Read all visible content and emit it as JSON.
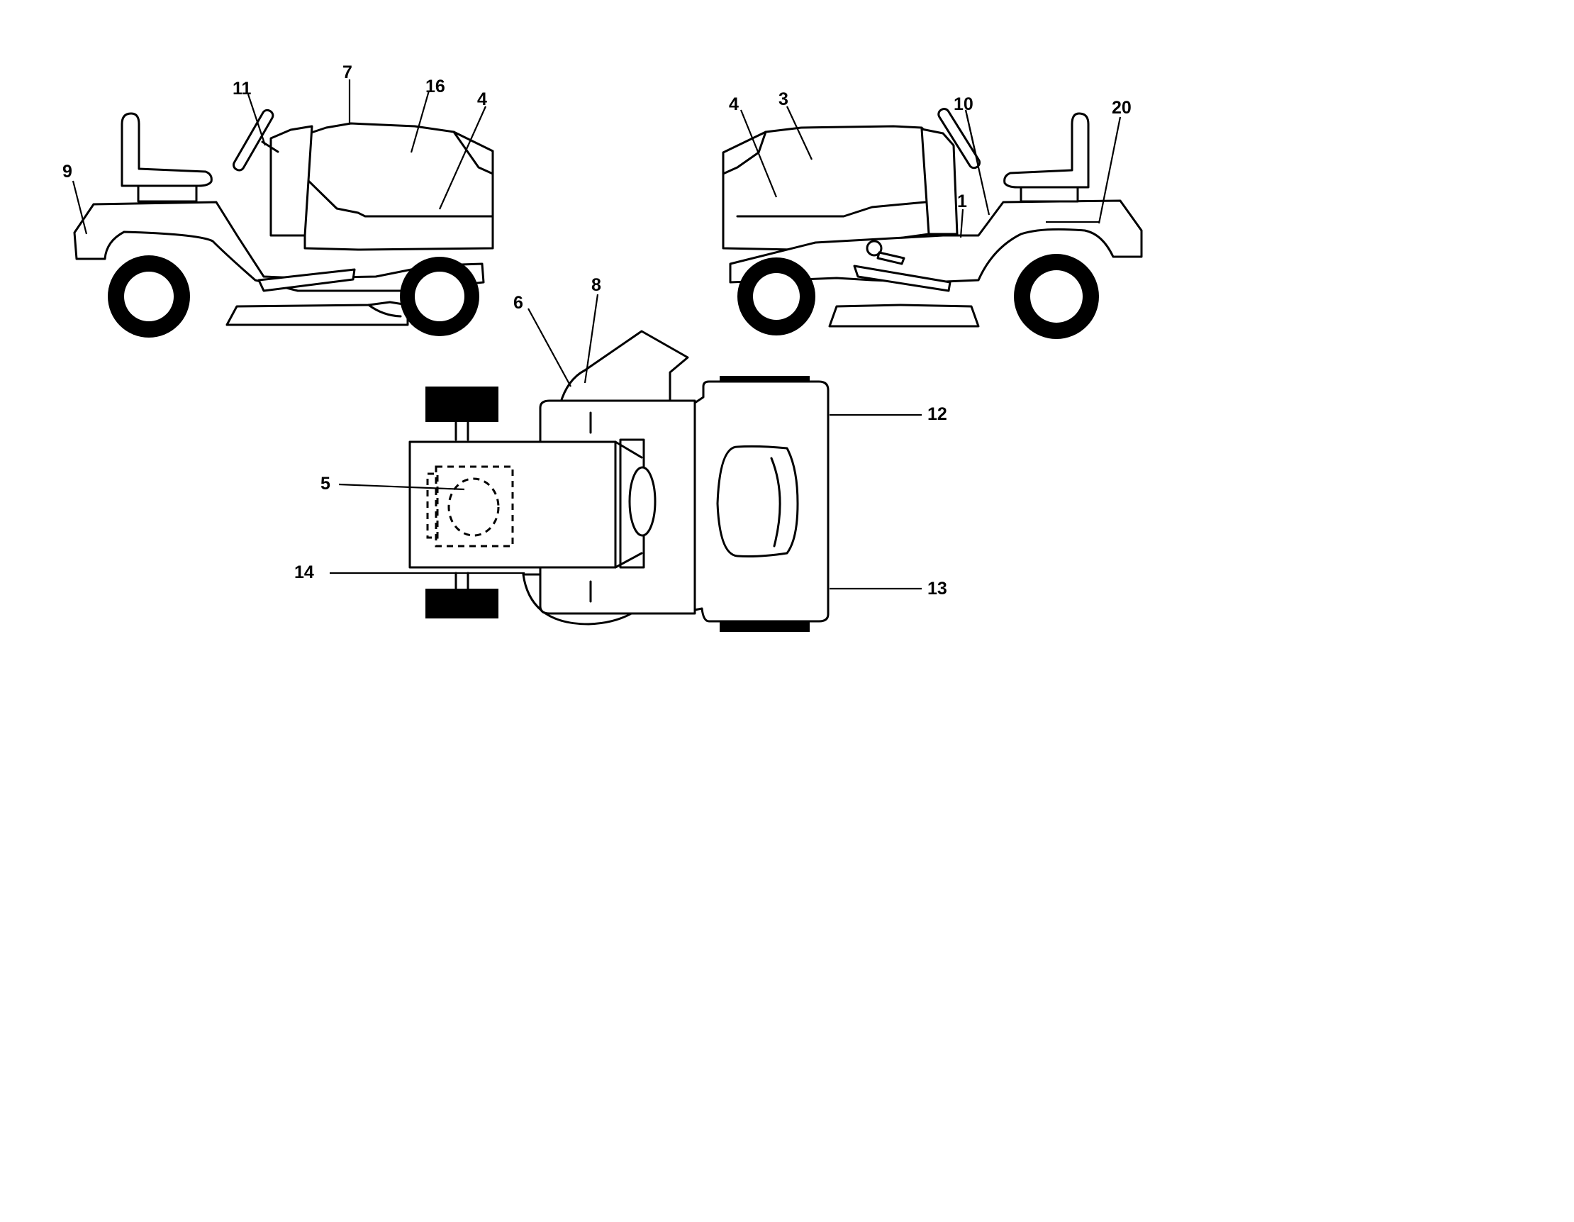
{
  "diagram": {
    "views": [
      "left-side-view",
      "right-side-view",
      "top-view"
    ],
    "callouts": {
      "c1": "1",
      "c3": "3",
      "c4a": "4",
      "c4b": "4",
      "c5": "5",
      "c6": "6",
      "c7": "7",
      "c8": "8",
      "c9": "9",
      "c10": "10",
      "c11": "11",
      "c12": "12",
      "c13": "13",
      "c14": "14",
      "c16": "16",
      "c20": "20"
    }
  }
}
